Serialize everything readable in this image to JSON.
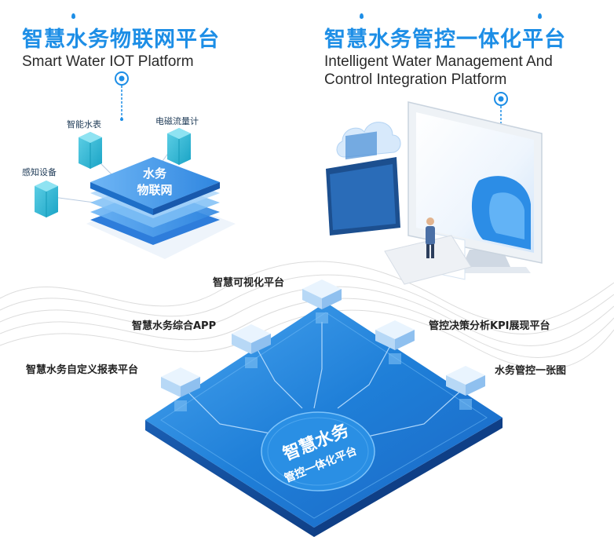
{
  "left_heading": {
    "title_cn": "智慧水务物联网平台",
    "title_en": "Smart Water IOT Platform"
  },
  "right_heading": {
    "title_cn": "智慧水务管控一体化平台",
    "title_en_line1": "Intelligent Water Management And",
    "title_en_line2": "Control Integration Platform"
  },
  "iot": {
    "core_line1": "水务",
    "core_line2": "物联网",
    "devices": [
      "智能水表",
      "电磁流量计",
      "感知设备"
    ]
  },
  "platform": {
    "center_line1": "智慧水务",
    "center_line2": "管控一体化平台",
    "modules": [
      "智慧可视化平台",
      "智慧水务综合APP",
      "智慧水务自定义报表平台",
      "管控决策分析KPI展现平台",
      "水务管控一张图"
    ]
  },
  "colors": {
    "accent": "#1d8ee6",
    "platform_blue": "#1f78d1",
    "platform_dark": "#1257a8",
    "center_circle": "#1f88df"
  }
}
